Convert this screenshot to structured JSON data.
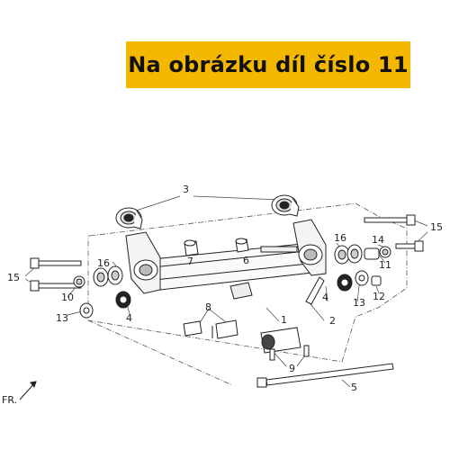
{
  "banner": {
    "text": "Na obrázku díl číslo 11"
  },
  "diagram": {
    "direction_label": "FR.",
    "part_labels": {
      "p1": "1",
      "p2": "2",
      "p3": "3",
      "p4a": "4",
      "p4b": "4",
      "p5": "5",
      "p6": "6",
      "p7": "7",
      "p8": "8",
      "p9": "9",
      "p10": "10",
      "p11": "11",
      "p12": "12",
      "p13a": "13",
      "p13b": "13",
      "p14": "14",
      "p15a": "15",
      "p15b": "15",
      "p16a": "16",
      "p16b": "16"
    }
  },
  "colors": {
    "banner": "#f5b800",
    "line": "#333333"
  }
}
